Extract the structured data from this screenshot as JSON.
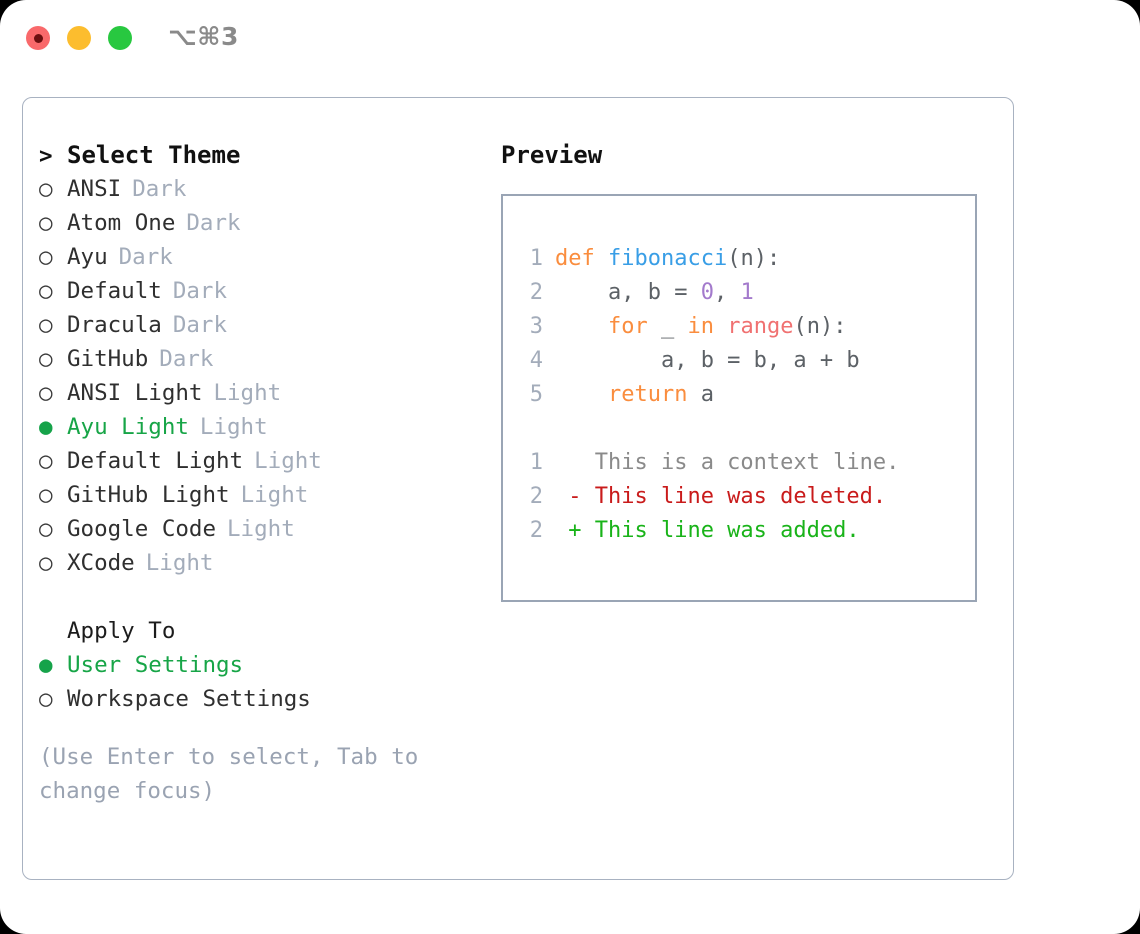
{
  "titlebar": {
    "shortcut": "⌥⌘3",
    "buttons": [
      {
        "name": "close",
        "color": "#f9696b"
      },
      {
        "name": "minimize",
        "color": "#fcbd2e"
      },
      {
        "name": "zoom",
        "color": "#28c840"
      }
    ]
  },
  "theme_list": {
    "heading": "Select Theme",
    "heading_marker": ">",
    "marker_selected": "●",
    "marker_unselected": "○",
    "items": [
      {
        "label": "ANSI",
        "tag": "Dark",
        "selected": false
      },
      {
        "label": "Atom One",
        "tag": "Dark",
        "selected": false
      },
      {
        "label": "Ayu",
        "tag": "Dark",
        "selected": false
      },
      {
        "label": "Default",
        "tag": "Dark",
        "selected": false
      },
      {
        "label": "Dracula",
        "tag": "Dark",
        "selected": false
      },
      {
        "label": "GitHub",
        "tag": "Dark",
        "selected": false
      },
      {
        "label": "ANSI Light",
        "tag": "Light",
        "selected": false
      },
      {
        "label": "Ayu Light",
        "tag": "Light",
        "selected": true
      },
      {
        "label": "Default Light",
        "tag": "Light",
        "selected": false
      },
      {
        "label": "GitHub Light",
        "tag": "Light",
        "selected": false
      },
      {
        "label": "Google Code",
        "tag": "Light",
        "selected": false
      },
      {
        "label": "XCode",
        "tag": "Light",
        "selected": false
      }
    ]
  },
  "apply_to": {
    "heading": "Apply To",
    "options": [
      {
        "label": "User Settings",
        "selected": true
      },
      {
        "label": "Workspace Settings",
        "selected": false
      }
    ]
  },
  "hint": "(Use Enter to select, Tab to change focus)",
  "preview": {
    "title": "Preview",
    "code_lines": [
      {
        "num": "1",
        "tokens": [
          {
            "t": "def ",
            "c": "kw"
          },
          {
            "t": "fibonacci",
            "c": "fn"
          },
          {
            "t": "(n):",
            "c": "plain"
          }
        ]
      },
      {
        "num": "2",
        "tokens": [
          {
            "t": "    a, b = ",
            "c": "plain"
          },
          {
            "t": "0",
            "c": "num"
          },
          {
            "t": ", ",
            "c": "plain"
          },
          {
            "t": "1",
            "c": "num"
          }
        ]
      },
      {
        "num": "3",
        "tokens": [
          {
            "t": "    ",
            "c": "plain"
          },
          {
            "t": "for",
            "c": "kw"
          },
          {
            "t": " _ ",
            "c": "plain"
          },
          {
            "t": "in",
            "c": "kw"
          },
          {
            "t": " ",
            "c": "plain"
          },
          {
            "t": "range",
            "c": "bi"
          },
          {
            "t": "(n):",
            "c": "plain"
          }
        ]
      },
      {
        "num": "4",
        "tokens": [
          {
            "t": "        a, b = b, a + b",
            "c": "plain"
          }
        ]
      },
      {
        "num": "5",
        "tokens": [
          {
            "t": "    ",
            "c": "plain"
          },
          {
            "t": "return",
            "c": "kw"
          },
          {
            "t": " a",
            "c": "plain"
          }
        ]
      }
    ],
    "diff_lines": [
      {
        "num": "1",
        "marker": " ",
        "text": "This is a context line.",
        "kind": "ctx"
      },
      {
        "num": "2",
        "marker": "-",
        "text": "This line was deleted.",
        "kind": "del"
      },
      {
        "num": "2",
        "marker": "+",
        "text": "This line was added.",
        "kind": "add"
      }
    ]
  },
  "colors": {
    "accent_green": "#17a547",
    "muted": "#a3acba",
    "hint": "#9aa3b2",
    "border": "#a8b2c1",
    "panel_border": "#9aa5b5",
    "kw": "#fa8d3e",
    "fn": "#399ee6",
    "num": "#a37acc",
    "builtin": "#f07171",
    "plain": "#5c6166",
    "diff_add": "#19b319",
    "diff_del": "#c91b1b",
    "diff_ctx": "#8a8a8a"
  }
}
